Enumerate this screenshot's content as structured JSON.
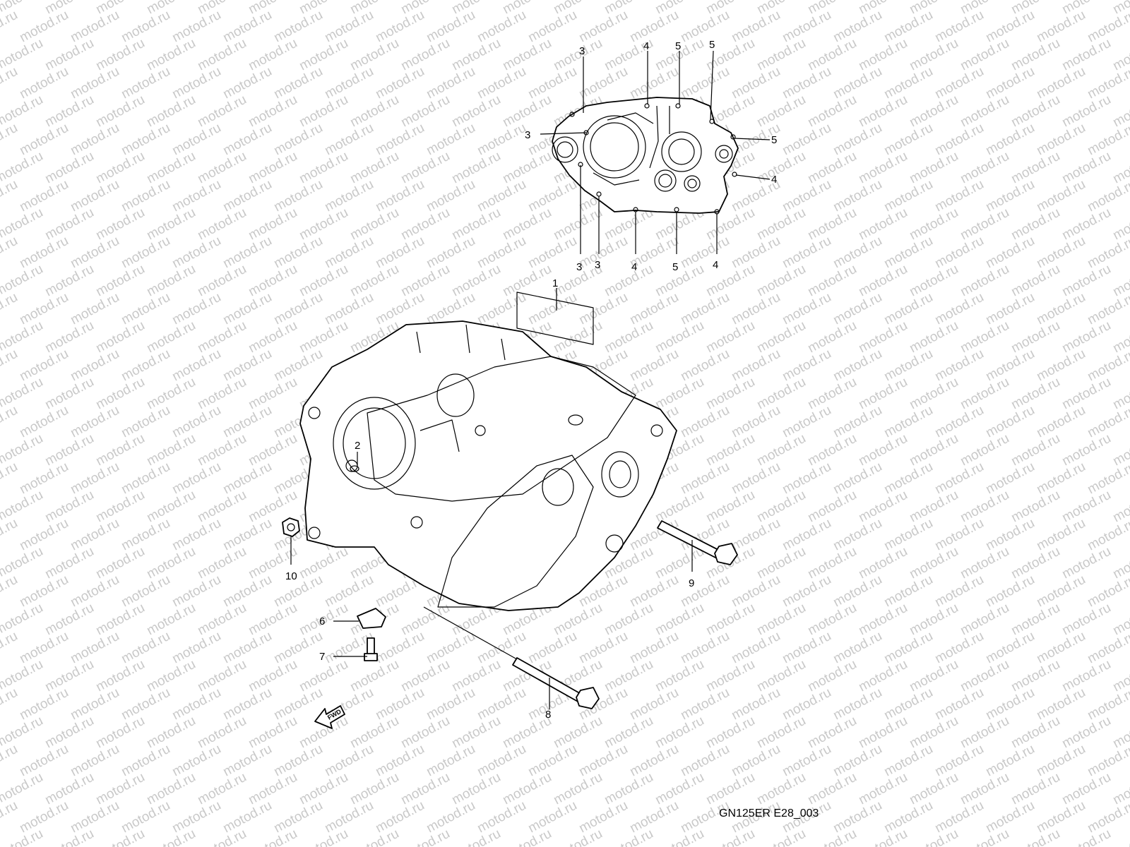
{
  "watermark": "motod.ru",
  "drawing_code": "GN125ER E28_003",
  "fwd_label": "FWD",
  "callouts": {
    "top_3a": "3",
    "top_4a": "4",
    "top_5a": "5",
    "top_5b": "5",
    "left_3": "3",
    "right_5": "5",
    "right_4": "4",
    "bot_3a": "3",
    "bot_3b": "3",
    "bot_4a": "4",
    "bot_5": "5",
    "bot_4b": "4",
    "p1": "1",
    "p2": "2",
    "p6": "6",
    "p7": "7",
    "p8": "8",
    "p9": "9",
    "p10": "10"
  }
}
